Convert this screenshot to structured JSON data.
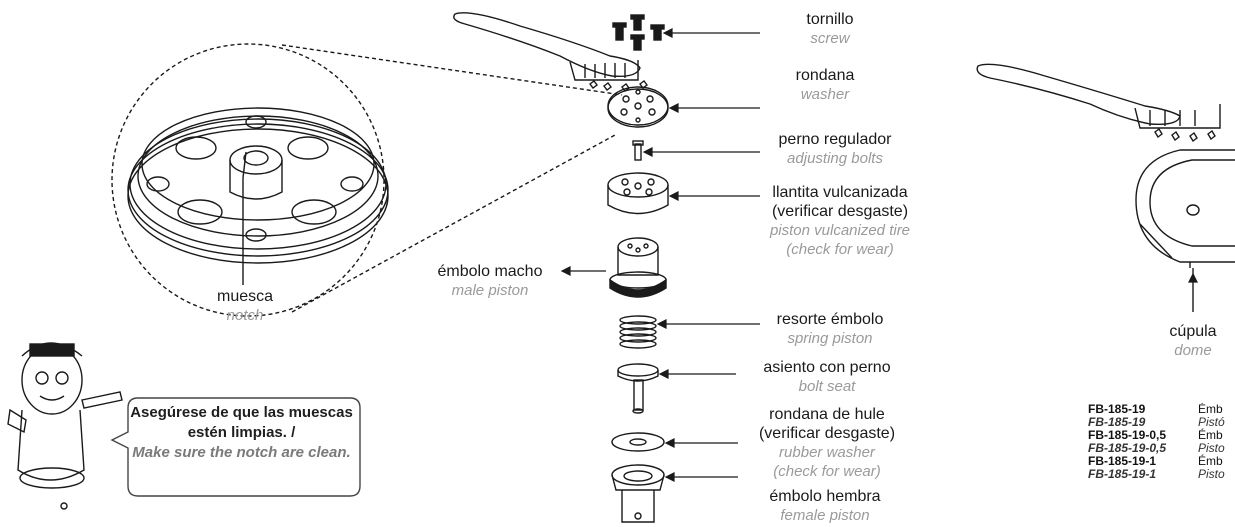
{
  "labels": {
    "tornillo": {
      "es": "tornillo",
      "en": "screw"
    },
    "rondana": {
      "es": "rondana",
      "en": "washer"
    },
    "perno": {
      "es": "perno regulador",
      "en": "adjusting bolts"
    },
    "llantita": {
      "es1": "llantita vulcanizada",
      "es2": "(verificar desgaste)",
      "en1": "piston vulcanized tire",
      "en2": "(check for wear)"
    },
    "macho": {
      "es": "émbolo macho",
      "en": "male piston"
    },
    "resorte": {
      "es": "resorte émbolo",
      "en": "spring piston"
    },
    "asiento": {
      "es": "asiento con perno",
      "en": "bolt seat"
    },
    "hule": {
      "es1": "rondana de hule",
      "es2": "(verificar desgaste)",
      "en1": "rubber washer",
      "en2": "(check for wear)"
    },
    "hembra": {
      "es": "émbolo hembra",
      "en": "female piston"
    },
    "muesca": {
      "es": "muesca",
      "en": "notch"
    },
    "cupula": {
      "es": "cúpula",
      "en": "dome"
    }
  },
  "callout": {
    "es": "Asegúrese de que las muescas estén limpias. /",
    "en": "Make sure the notch are clean."
  },
  "codes": [
    {
      "code": "FB-185-19",
      "desc": "Émb"
    },
    {
      "code": "FB-185-19",
      "desc": "Pistó"
    },
    {
      "code": "FB-185-19-0,5",
      "desc": "Émb"
    },
    {
      "code": "FB-185-19-0,5",
      "desc": "Pisto"
    },
    {
      "code": "FB-185-19-1",
      "desc": "Émb"
    },
    {
      "code": "FB-185-19-1",
      "desc": "Pisto"
    }
  ]
}
